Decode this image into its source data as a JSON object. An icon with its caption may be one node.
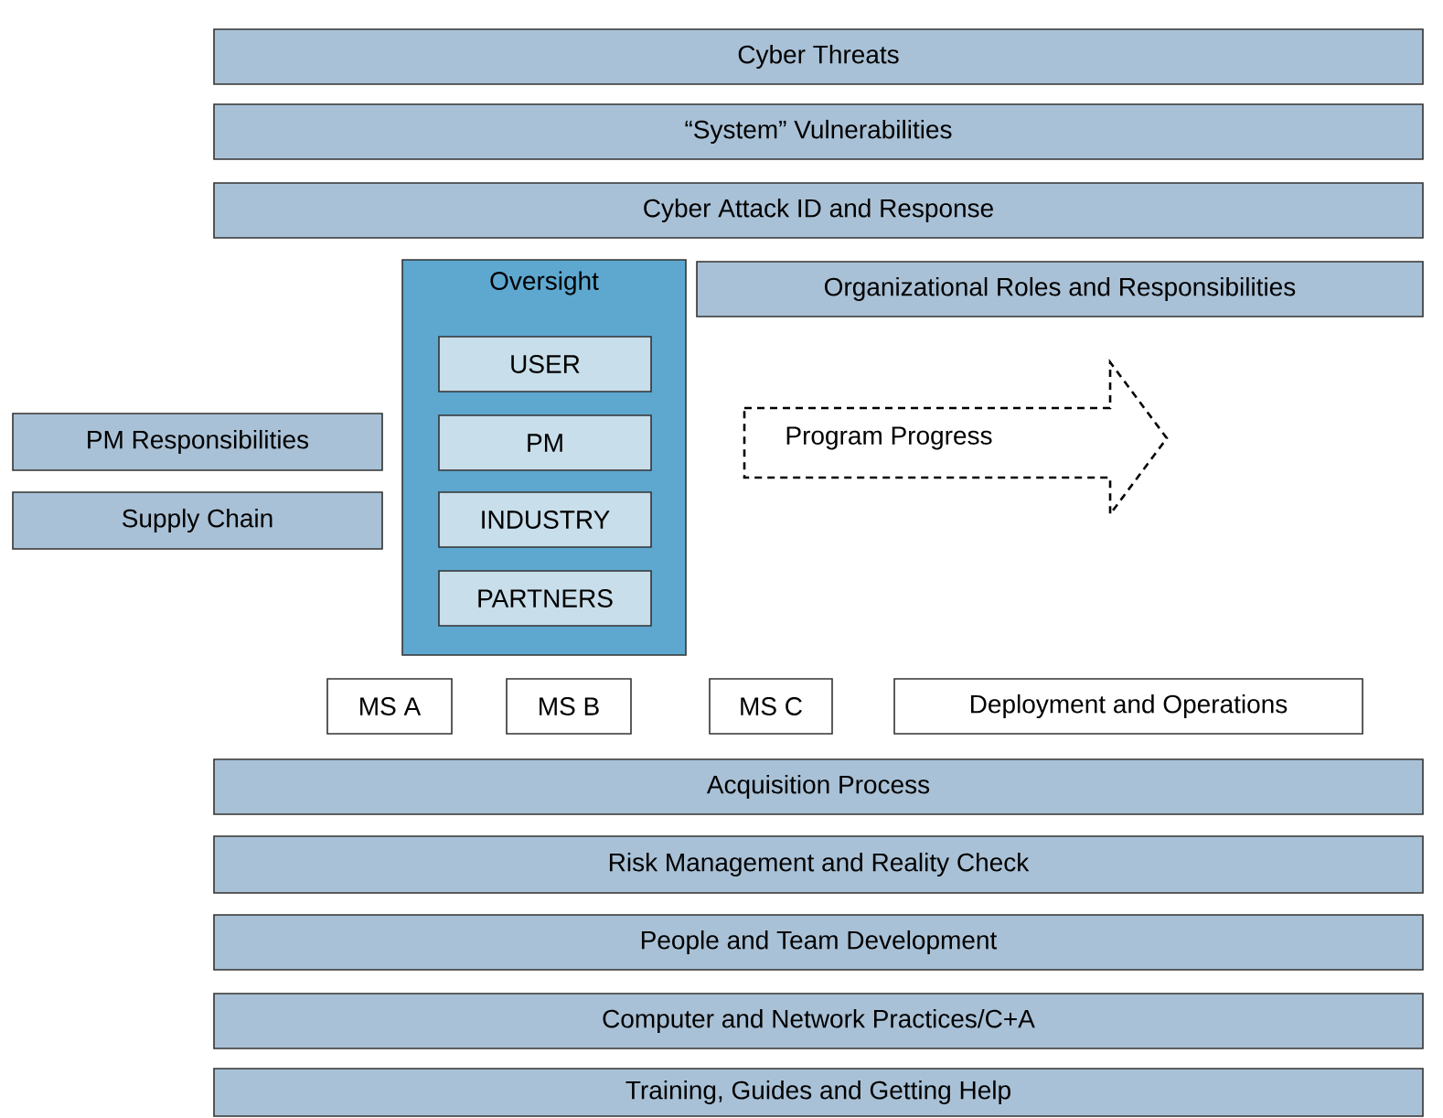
{
  "diagram": {
    "nodes": [
      {
        "text": [
          "Cyber Threats"
        ]
      },
      {
        "text": [
          "“System” Vulnerabilities"
        ]
      },
      {
        "text": [
          "Cyber Attack ID and Response"
        ]
      },
      {
        "text": [
          "Oversight"
        ]
      },
      {
        "text": [
          "USER"
        ],
        "in": 3
      },
      {
        "text": [
          "PM"
        ],
        "in": 3
      },
      {
        "text": [
          "INDUSTRY"
        ],
        "in": 3
      },
      {
        "text": [
          "PARTNERS"
        ],
        "in": 3
      },
      {
        "text": [
          "Organizational Roles and Responsibilities"
        ]
      },
      {
        "text": [
          "PM Responsibilities"
        ]
      },
      {
        "text": [
          "Supply Chain"
        ]
      },
      {
        "text": [
          "Program Progress"
        ]
      },
      {
        "text": [
          "MS A"
        ]
      },
      {
        "text": [
          "MS B"
        ]
      },
      {
        "text": [
          "MS C"
        ]
      },
      {
        "text": [
          "Deployment and Operations"
        ]
      },
      {
        "text": [
          "Acquisition Process"
        ]
      },
      {
        "text": [
          "Risk Management and Reality Check"
        ]
      },
      {
        "text": [
          "People and Team Development"
        ]
      },
      {
        "text": [
          "Computer and Network Practices/C+A"
        ]
      },
      {
        "text": [
          "Training, Guides and Getting Help"
        ]
      }
    ]
  }
}
